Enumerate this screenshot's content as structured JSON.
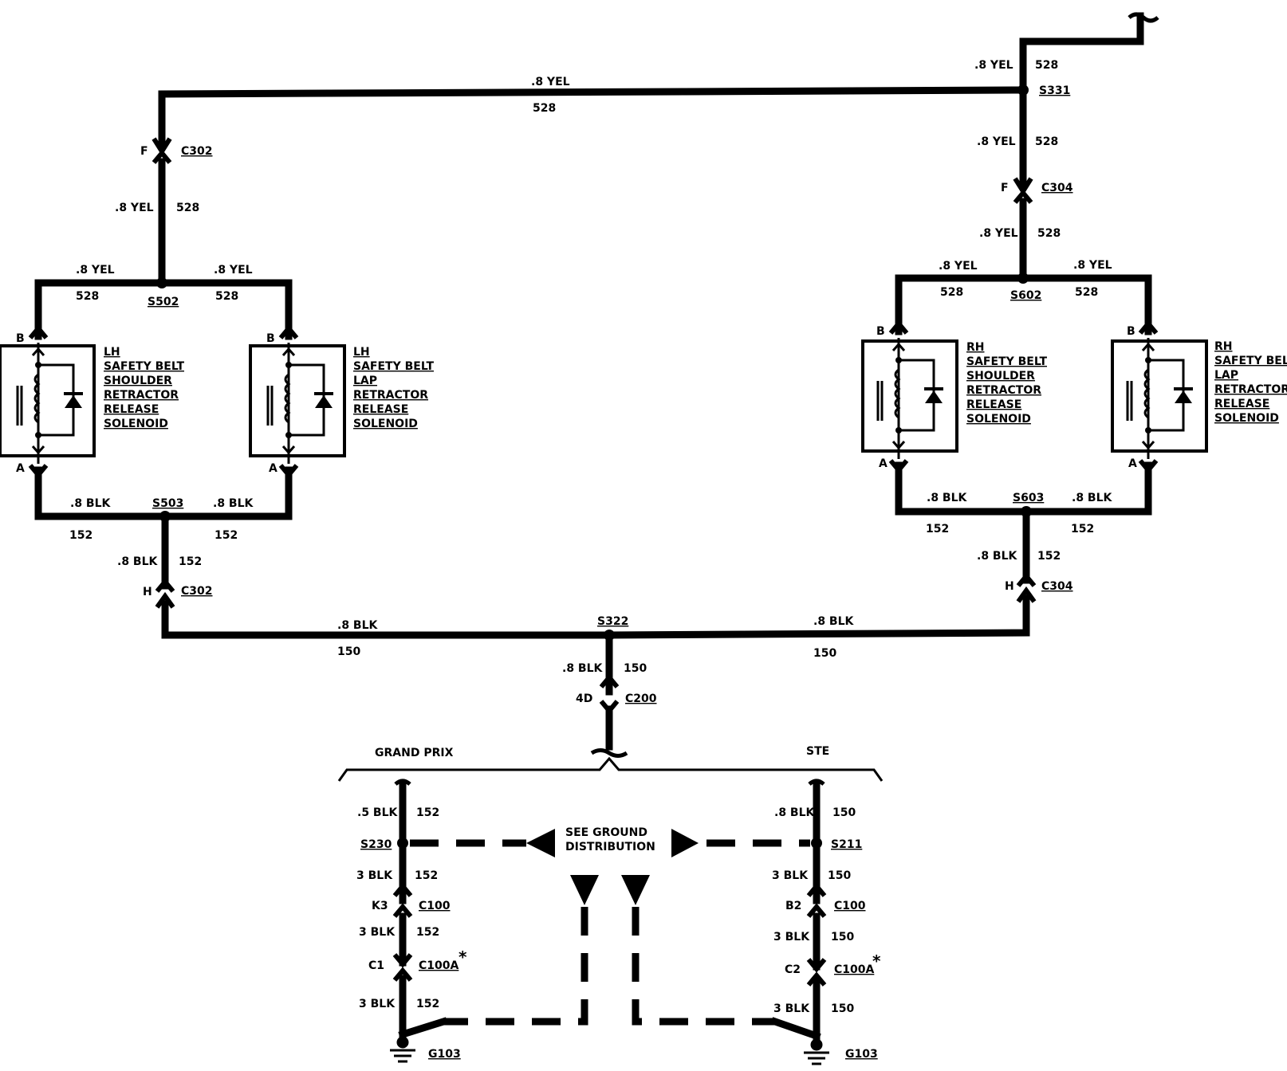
{
  "wires": {
    "yel_gauge": ".8 YEL",
    "yel_circuit": "528",
    "blk_gauge": ".8 BLK",
    "blk_152": "152",
    "blk_150": "150",
    "blk_5": ".5 BLK",
    "blk_3": "3 BLK"
  },
  "splices": {
    "s331": "S331",
    "s502": "S502",
    "s503": "S503",
    "s602": "S602",
    "s603": "S603",
    "s322": "S322",
    "s230": "S230",
    "s211": "S211"
  },
  "connectors": {
    "c302": "C302",
    "c304": "C304",
    "c200": "C200",
    "c100": "C100",
    "c100a": "C100A",
    "pin_f": "F",
    "pin_h": "H",
    "pin_a": "A",
    "pin_b": "B",
    "pin_4d": "4D",
    "pin_k3": "K3",
    "pin_c1": "C1",
    "pin_b2": "B2",
    "pin_c2": "C2",
    "asterisk": "*"
  },
  "grounds": {
    "g103": "G103"
  },
  "variants": {
    "left": "GRAND PRIX",
    "right": "STE"
  },
  "ground_note": [
    "SEE GROUND",
    "DISTRIBUTION"
  ],
  "components": {
    "lh_shoulder": [
      "LH",
      "SAFETY BELT",
      "SHOULDER",
      "RETRACTOR",
      "RELEASE",
      "SOLENOID"
    ],
    "lh_lap": [
      "LH",
      "SAFETY BELT",
      "LAP",
      "RETRACTOR",
      "RELEASE",
      "SOLENOID"
    ],
    "rh_shoulder": [
      "RH",
      "SAFETY BELT",
      "SHOULDER",
      "RETRACTOR",
      "RELEASE",
      "SOLENOID"
    ],
    "rh_lap": [
      "RH",
      "SAFETY BELT",
      "LAP",
      "RETRACTOR",
      "RELEASE",
      "SOLENOID"
    ]
  }
}
